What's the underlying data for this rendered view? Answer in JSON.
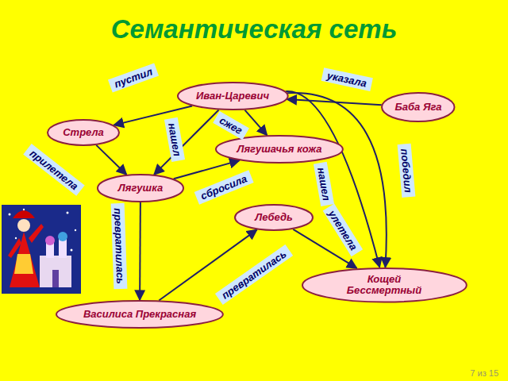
{
  "diagram": {
    "title": "Семантическая сеть",
    "nodes": [
      {
        "text": [
          "Иван-Царевич"
        ]
      },
      {
        "text": [
          "Баба Яга"
        ]
      },
      {
        "text": [
          "Стрела"
        ]
      },
      {
        "text": [
          "Лягушачья кожа"
        ]
      },
      {
        "text": [
          "Лягушка"
        ]
      },
      {
        "text": [
          "Лебедь"
        ]
      },
      {
        "text": [
          "Кощей Бессмертный"
        ]
      },
      {
        "text": [
          "Василиса Прекрасная"
        ]
      }
    ],
    "edges": [
      {
        "from": 0,
        "to": 2,
        "label": "пустил",
        "arrow": "to"
      },
      {
        "from": 1,
        "to": 0,
        "label": "указала",
        "arrow": "to"
      },
      {
        "from": 2,
        "to": 4,
        "label": "прилетела",
        "arrow": "to"
      },
      {
        "from": 0,
        "to": 4,
        "label": "нашел",
        "arrow": "to"
      },
      {
        "from": 0,
        "to": 3,
        "label": "сжег",
        "arrow": "to"
      },
      {
        "from": 4,
        "to": 3,
        "label": "сбросила",
        "arrow": "to"
      },
      {
        "from": 4,
        "to": 7,
        "label": "превратилась",
        "arrow": "to"
      },
      {
        "from": 7,
        "to": 5,
        "label": "превратилась",
        "arrow": "to"
      },
      {
        "from": 5,
        "to": 6,
        "label": "улетела",
        "arrow": "to"
      },
      {
        "from": 0,
        "to": 6,
        "label": "нашел",
        "arrow": "to"
      },
      {
        "from": 0,
        "to": 6,
        "label": "победил",
        "arrow": "to"
      }
    ],
    "labels": [
      "7 из 15"
    ]
  }
}
